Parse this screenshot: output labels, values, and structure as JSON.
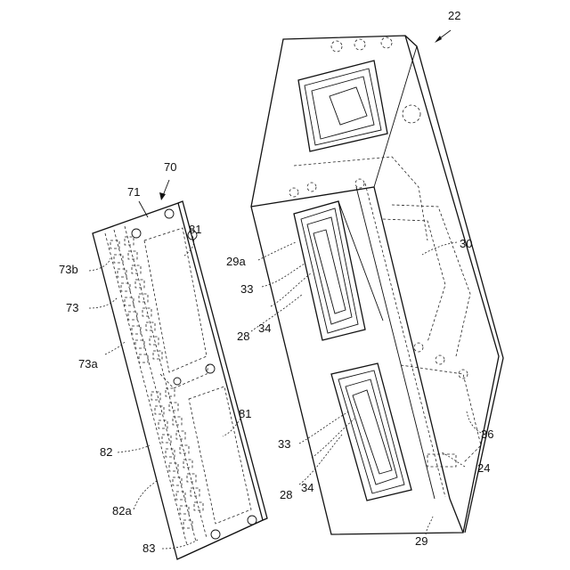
{
  "labels": {
    "l22": "22",
    "l70": "70",
    "l71": "71",
    "l81a": "81",
    "l81b": "81",
    "l73b": "73b",
    "l73": "73",
    "l73a": "73a",
    "l82": "82",
    "l82a": "82a",
    "l83": "83",
    "l29a": "29a",
    "l30": "30",
    "l33a": "33",
    "l34a": "34",
    "l28a": "28",
    "l33b": "33",
    "l34b": "34",
    "l28b": "28",
    "l36": "36",
    "l24": "24",
    "l29": "29"
  }
}
